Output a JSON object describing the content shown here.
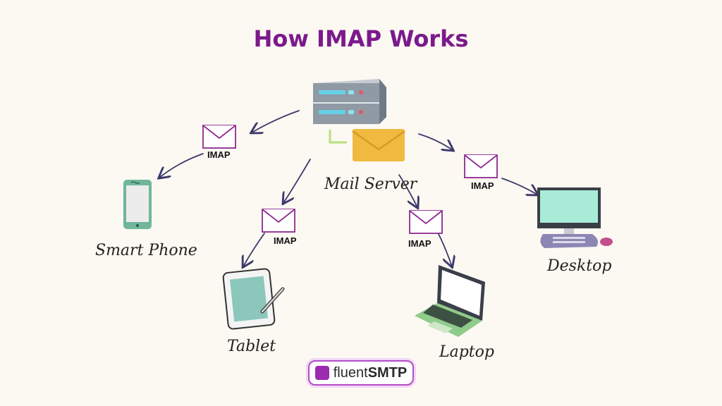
{
  "title": "How IMAP Works",
  "server": {
    "label": "Mail Server"
  },
  "protocol_label": "IMAP",
  "devices": {
    "phone": "Smart Phone",
    "tablet": "Tablet",
    "laptop": "Laptop",
    "desktop": "Desktop"
  },
  "brand": {
    "prefix": "fluent",
    "name": "SMTP"
  },
  "colors": {
    "title": "#7b1a8c",
    "envelope": "#8e2a8e",
    "arrow": "#3c3a6b",
    "server_body": "#8f9aa5",
    "mail_icon": "#f0b940"
  }
}
